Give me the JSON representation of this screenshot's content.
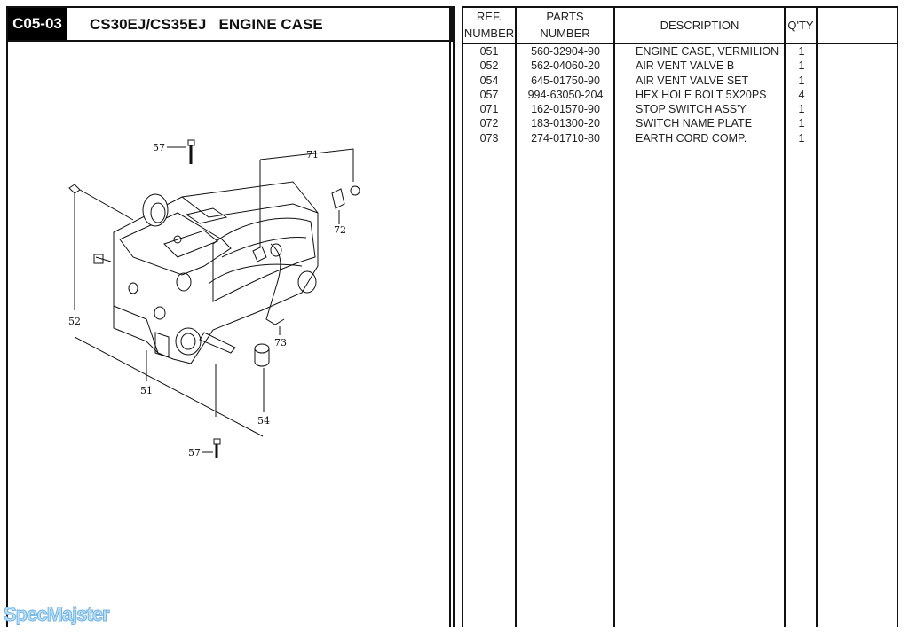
{
  "header": {
    "code": "C05-03",
    "title": "CS30EJ/CS35EJ   ENGINE CASE"
  },
  "diagram": {
    "callouts": [
      "57",
      "71",
      "72",
      "52",
      "73",
      "51",
      "54",
      "57"
    ]
  },
  "table": {
    "headers": {
      "ref": [
        "REF.",
        "NUMBER"
      ],
      "part": [
        "PARTS",
        "NUMBER"
      ],
      "description": "DESCRIPTION",
      "qty": "Q'TY"
    },
    "rows": [
      {
        "ref": "051",
        "part": "560-32904-90",
        "description": "ENGINE CASE, VERMILION",
        "qty": "1"
      },
      {
        "ref": "052",
        "part": "562-04060-20",
        "description": "AIR VENT VALVE B",
        "qty": "1"
      },
      {
        "ref": "054",
        "part": "645-01750-90",
        "description": "AIR VENT VALVE SET",
        "qty": "1"
      },
      {
        "ref": "057",
        "part": "994-63050-204",
        "description": "HEX.HOLE BOLT 5X20PS",
        "qty": "4"
      },
      {
        "ref": "071",
        "part": "162-01570-90",
        "description": "STOP SWITCH ASS'Y",
        "qty": "1"
      },
      {
        "ref": "072",
        "part": "183-01300-20",
        "description": "SWITCH NAME PLATE",
        "qty": "1"
      },
      {
        "ref": "073",
        "part": "274-01710-80",
        "description": "EARTH CORD COMP.",
        "qty": "1"
      }
    ]
  },
  "watermark": "SpecMajster"
}
